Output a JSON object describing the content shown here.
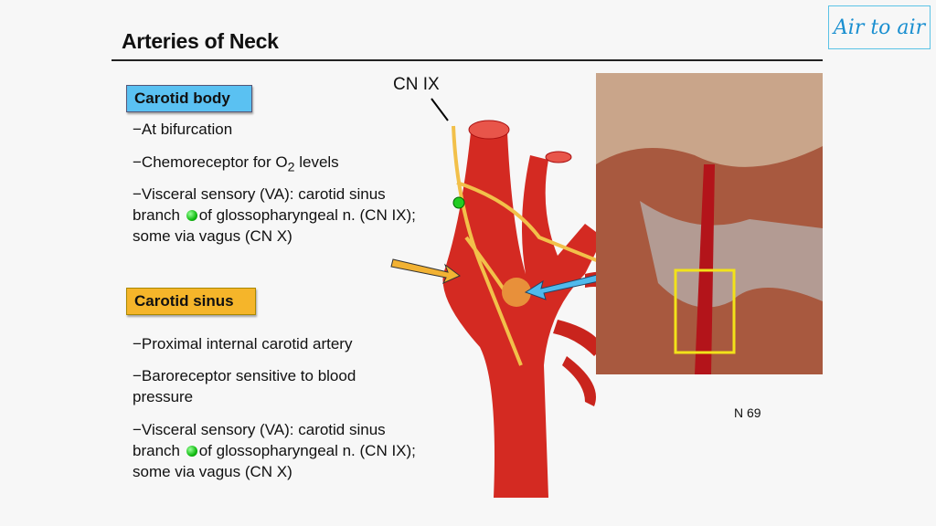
{
  "title": "Arteries of Neck",
  "logo_text": "Air to air",
  "carotid_body": {
    "label": "Carotid body",
    "b1": "−At bifurcation",
    "b2a": "−Chemoreceptor for O",
    "b2sub": "2",
    "b2b": " levels",
    "b3a": "−Visceral sensory (VA): carotid sinus branch",
    "b3b": "of glossopharyngeal n. (CN IX); some via vagus (CN X)"
  },
  "carotid_sinus": {
    "label": "Carotid sinus",
    "b1": "−Proximal internal carotid artery",
    "b2": "−Baroreceptor sensitive to blood pressure",
    "b3a": "−Visceral sensory (VA): carotid sinus branch",
    "b3b": "of glossopharyngeal n. (CN IX); some via vagus (CN X)"
  },
  "figure": {
    "cn_label": "CN IX",
    "ref": "N 69"
  }
}
